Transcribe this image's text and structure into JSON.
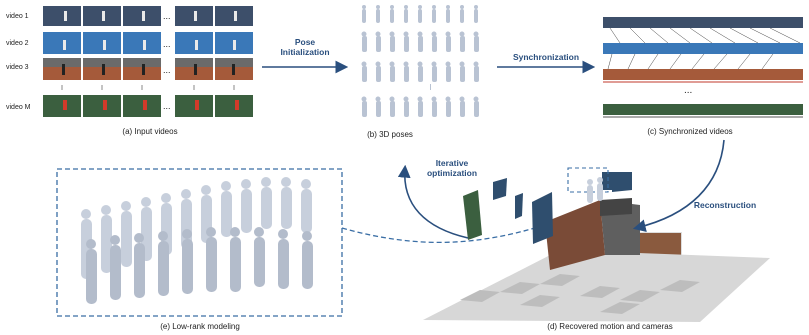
{
  "input": {
    "rows": [
      {
        "label": "video 1"
      },
      {
        "label": "video 2"
      },
      {
        "label": "video 3"
      },
      {
        "label": "video M"
      }
    ],
    "ellipsis_h": "...",
    "caption": "(a) Input videos"
  },
  "poses": {
    "caption": "(b) 3D poses"
  },
  "sync": {
    "caption": "(c) Synchronized videos",
    "ellipsis": "..."
  },
  "arrows": {
    "pose_init_line1": "Pose",
    "pose_init_line2": "Initialization",
    "synchronization": "Synchronization",
    "reconstruction": "Reconstruction",
    "iterative_line1": "Iterative",
    "iterative_line2": "optimization"
  },
  "lowrank": {
    "caption": "(e) Low-rank modeling"
  },
  "recovered": {
    "caption": "(d) Recovered motion and cameras"
  },
  "colors": {
    "arrow": "#2a4f7e",
    "dashed": "#3a6ea5",
    "court_blue": "#3a78b8",
    "court_green": "#3b5f3f",
    "court_clay": "#a55a3a",
    "figure": "#b9c3d3"
  }
}
